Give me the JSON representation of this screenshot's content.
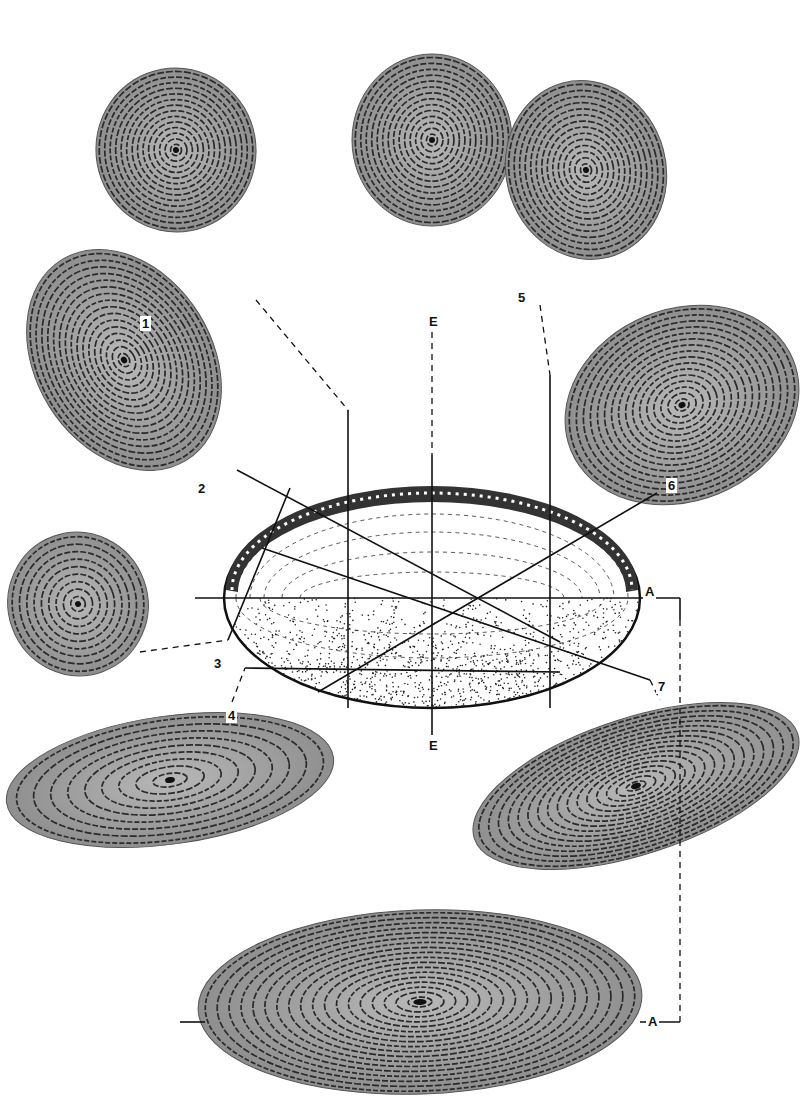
{
  "diagram": {
    "labels": [
      "5",
      "E",
      "1",
      "6",
      "2",
      "A",
      "3",
      "7",
      "4",
      "E",
      "A"
    ]
  }
}
